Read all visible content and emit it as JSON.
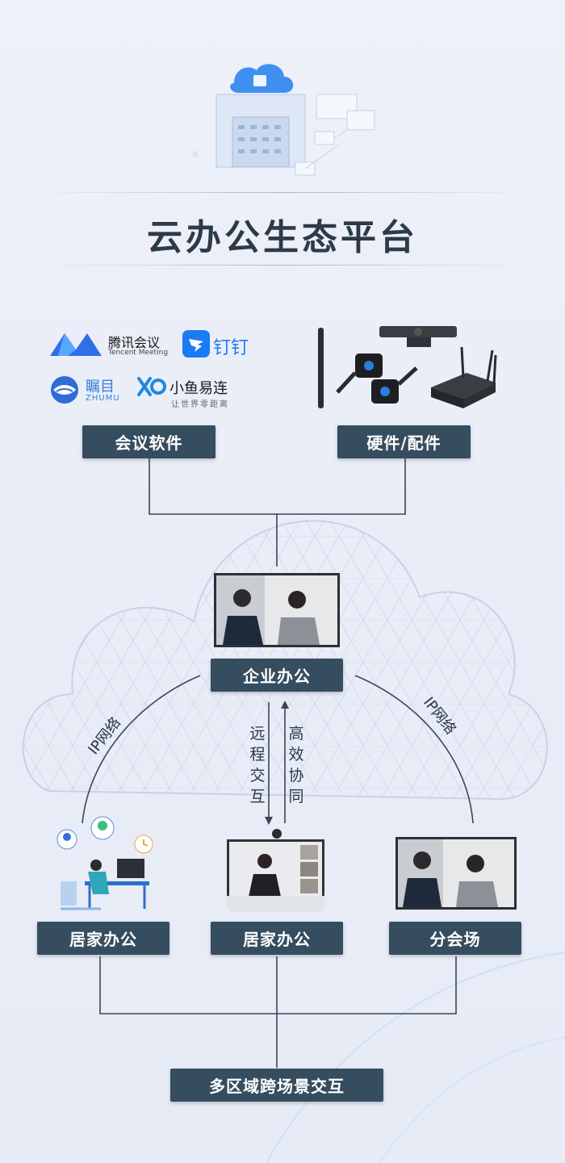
{
  "title": "云办公生态平台",
  "software": {
    "label": "会议软件",
    "logos": {
      "tencent_name": "腾讯会议",
      "tencent_sub": "Tencent Meeting",
      "dingtalk_name": "钉钉",
      "zhumu_name": "瞩目",
      "zhumu_sub": "ZHUMU",
      "xiaoyu_name": "小鱼易连",
      "xiaoyu_sub": "让世界零距离"
    }
  },
  "hardware": {
    "label": "硬件/配件"
  },
  "enterprise": {
    "label": "企业办公"
  },
  "links": {
    "remote_interaction": "远程交互",
    "efficient_collab": "高效协同",
    "ip_network_left": "IP网络",
    "ip_network_right": "IP网络"
  },
  "bottom_nodes": {
    "home_office_1": "居家办公",
    "home_office_2": "居家办公",
    "branch_venue": "分会场"
  },
  "multi_region": {
    "label": "多区域跨场景交互"
  },
  "colors": {
    "box": "#364d5f",
    "line": "#3b4652",
    "accent": "#2a7be0"
  }
}
